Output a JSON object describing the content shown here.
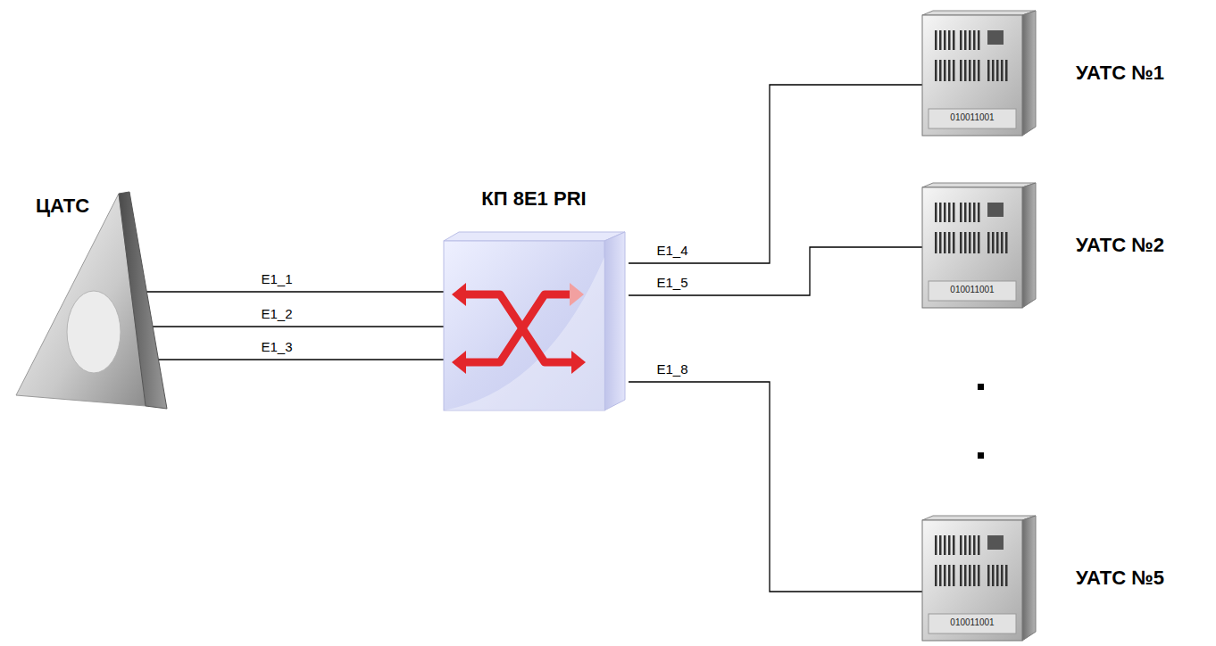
{
  "diagram": {
    "nodes": [
      {
        "text": [
          "ЦАТС"
        ]
      },
      {
        "text": [
          "КП 8E1 PRI"
        ]
      },
      {
        "text": [
          "УАТС №1",
          "010011001"
        ]
      },
      {
        "text": [
          "УАТС №2",
          "010011001"
        ]
      },
      {
        "text": [
          "УАТС №5",
          "010011001"
        ]
      }
    ],
    "edges": [
      {
        "from": 0,
        "to": 1,
        "arrow": "none",
        "label": "E1_1"
      },
      {
        "from": 0,
        "to": 1,
        "arrow": "none",
        "label": "E1_2"
      },
      {
        "from": 0,
        "to": 1,
        "arrow": "none",
        "label": "E1_3"
      },
      {
        "from": 1,
        "to": 2,
        "arrow": "none",
        "label": "E1_4"
      },
      {
        "from": 1,
        "to": 3,
        "arrow": "none",
        "label": "E1_5"
      },
      {
        "from": 1,
        "to": 4,
        "arrow": "none",
        "label": "E1_8"
      }
    ]
  }
}
